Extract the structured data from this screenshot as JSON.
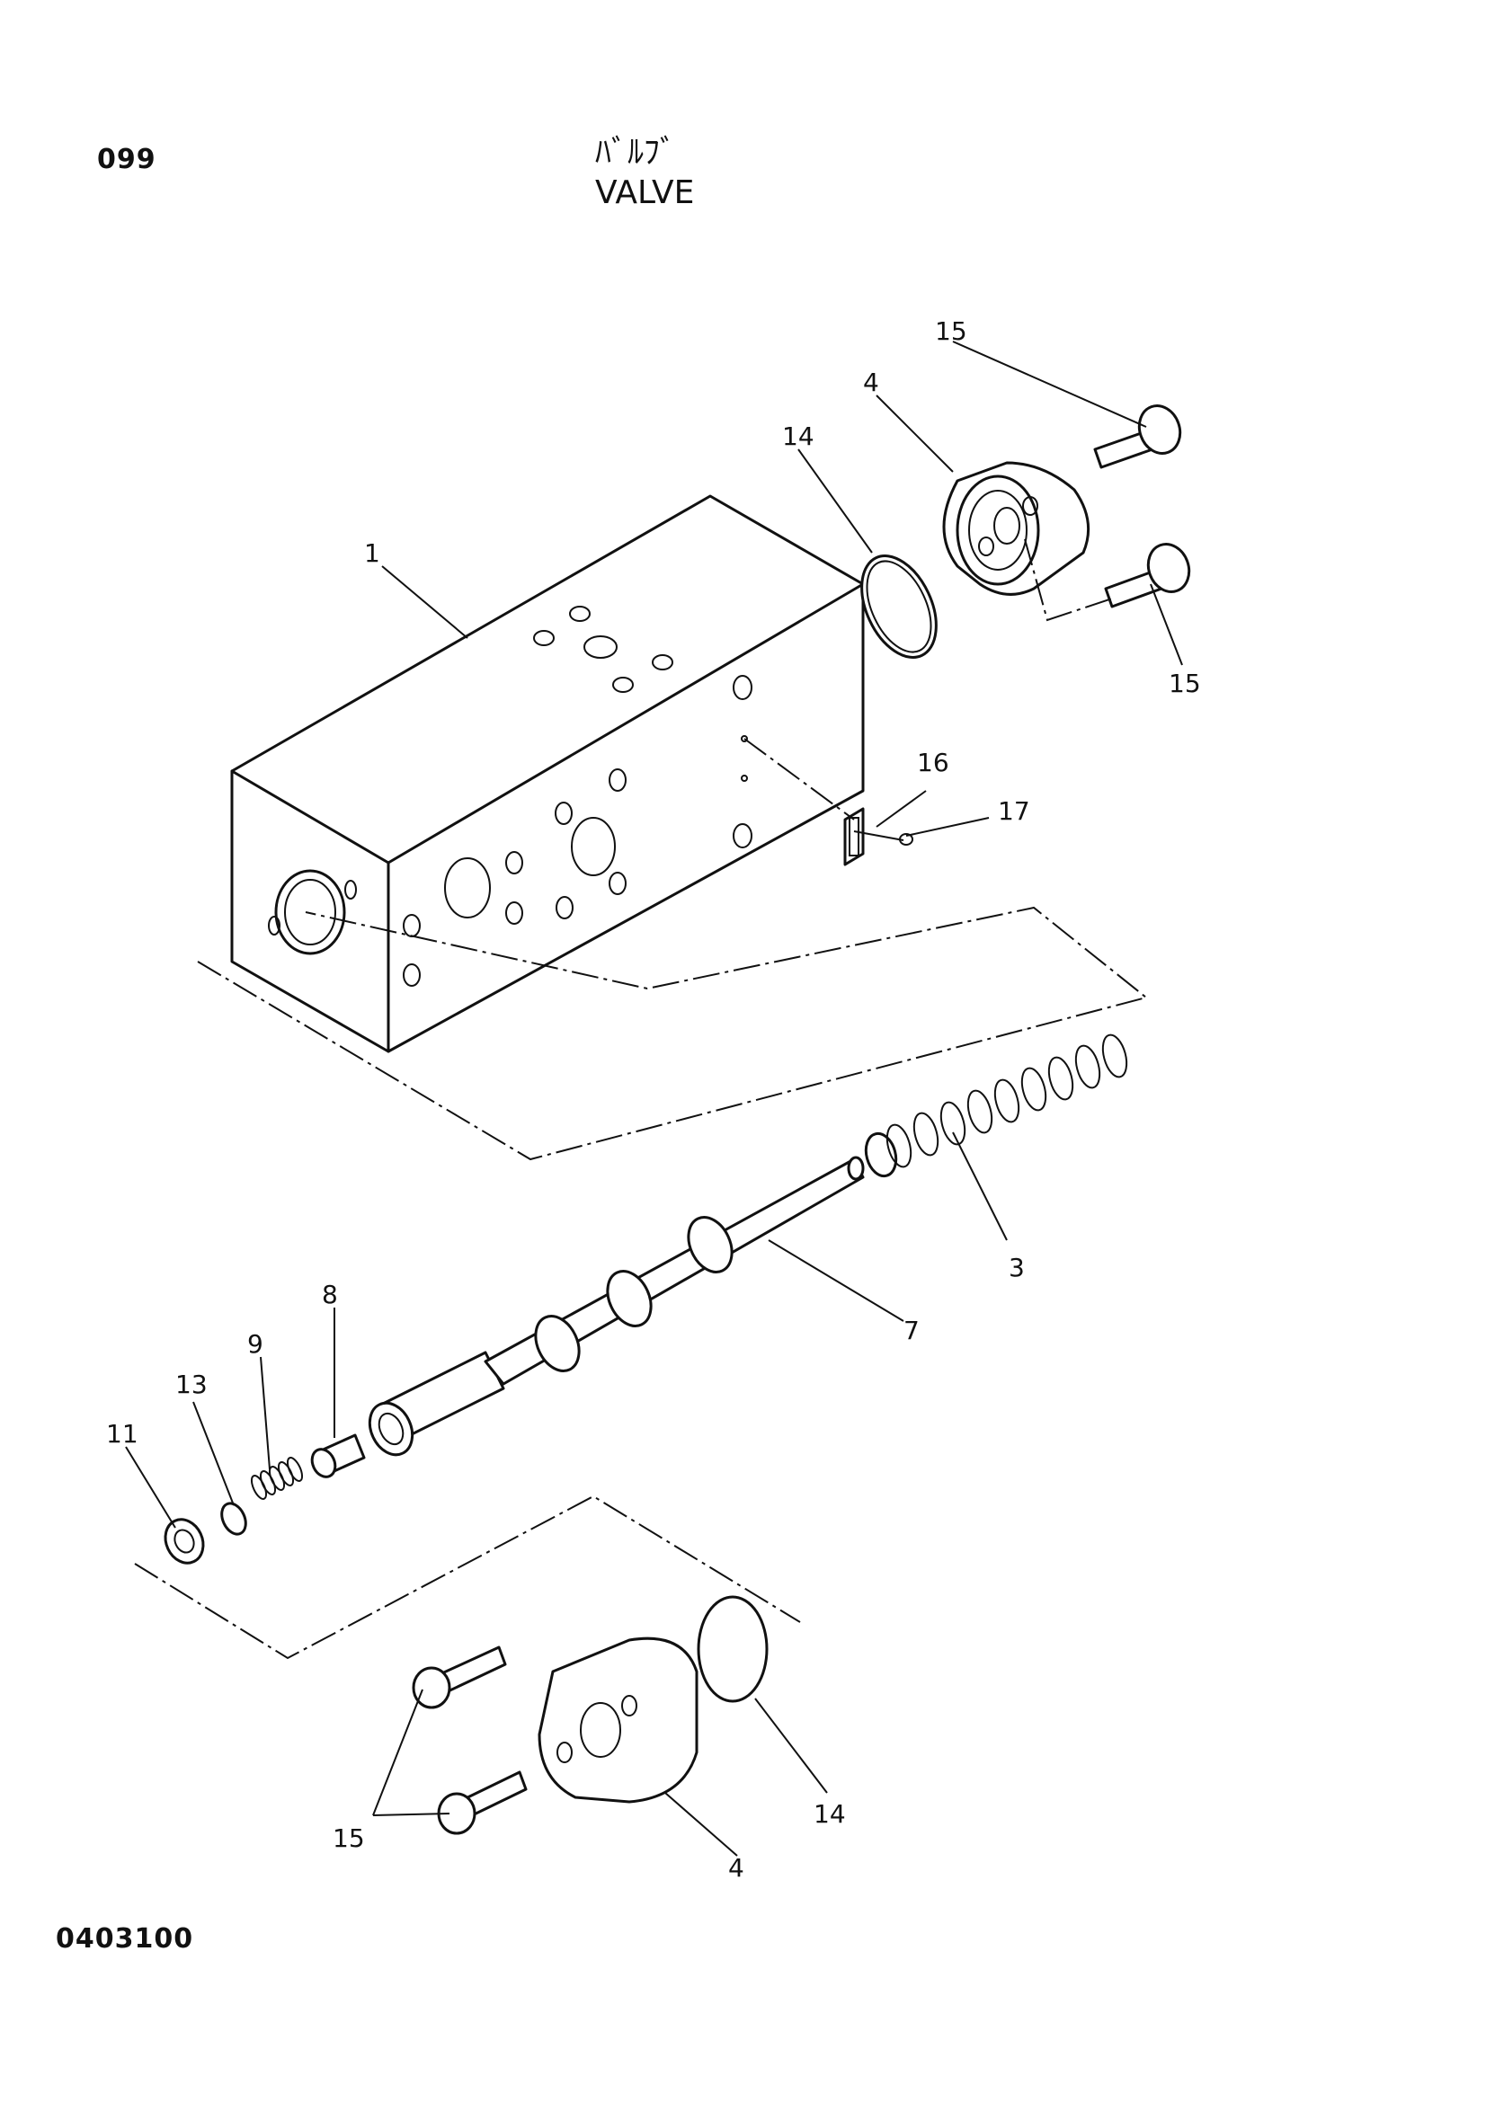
{
  "header": {
    "page_number": "099",
    "title_jp": "ﾊﾞﾙﾌﾞ",
    "title_en": "VALVE"
  },
  "footer": {
    "document_code": "0403100"
  },
  "callouts": {
    "c1": "1",
    "c3": "3",
    "c4_top": "4",
    "c4_bottom": "4",
    "c7": "7",
    "c8": "8",
    "c9": "9",
    "c11": "11",
    "c13": "13",
    "c14_top": "14",
    "c14_bottom": "14",
    "c15_top_a": "15",
    "c15_top_b": "15",
    "c15_bottom": "15",
    "c16": "16",
    "c17": "17"
  }
}
